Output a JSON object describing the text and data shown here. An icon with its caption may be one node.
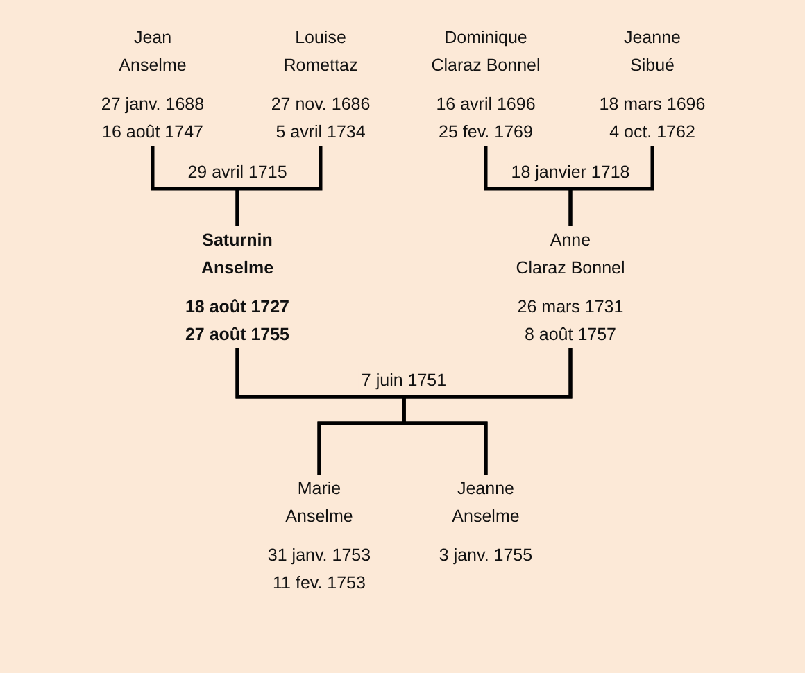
{
  "diagram": {
    "nodes": [
      {
        "text": [
          "Jean Anselme",
          "27 janv. 1688",
          "16 août 1747"
        ]
      },
      {
        "text": [
          "Louise Romettaz",
          "27 nov. 1686",
          "5 avril 1734"
        ]
      },
      {
        "text": [
          "Dominique Claraz Bonnel",
          "16 avril 1696",
          "25 fev. 1769"
        ]
      },
      {
        "text": [
          "Jeanne Sibué",
          "18 mars 1696",
          "4 oct. 1762"
        ]
      },
      {
        "text": [
          "Saturnin Anselme",
          "18 août 1727",
          "27 août 1755"
        ]
      },
      {
        "text": [
          "Anne Claraz Bonnel",
          "26 mars 1731",
          "8 août 1757"
        ]
      },
      {
        "text": [
          "Marie Anselme",
          "31 janv. 1753",
          "11 fev. 1753"
        ]
      },
      {
        "text": [
          "Jeanne Anselme",
          "3 janv. 1755"
        ]
      }
    ],
    "edges": [
      {
        "from": 0,
        "to": 4,
        "arrow": "none",
        "label": "29 avril 1715"
      },
      {
        "from": 1,
        "to": 4,
        "arrow": "none"
      },
      {
        "from": 2,
        "to": 5,
        "arrow": "none",
        "label": "18 janvier 1718"
      },
      {
        "from": 3,
        "to": 5,
        "arrow": "none"
      },
      {
        "from": 4,
        "to": 6,
        "arrow": "none",
        "label": "7 juin 1751"
      },
      {
        "from": 4,
        "to": 7,
        "arrow": "none"
      },
      {
        "from": 5,
        "to": 6,
        "arrow": "none"
      },
      {
        "from": 5,
        "to": 7,
        "arrow": "none"
      }
    ]
  }
}
